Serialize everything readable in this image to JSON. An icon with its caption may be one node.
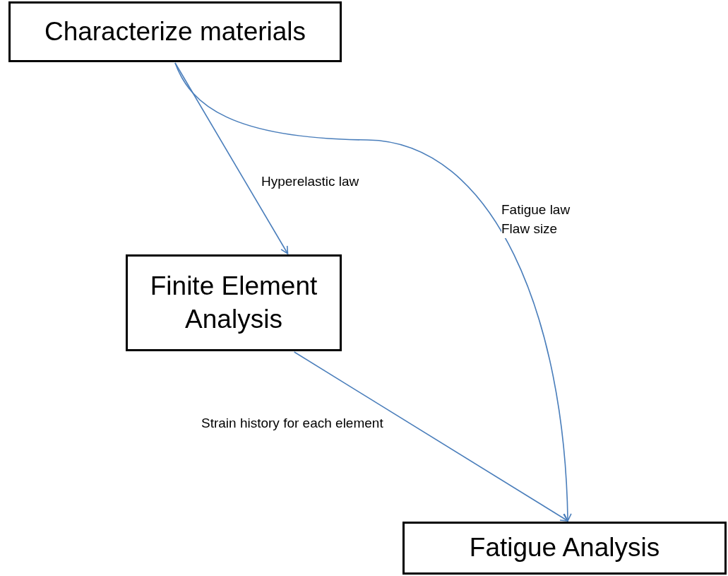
{
  "diagram": {
    "nodes": [
      {
        "text": [
          "Characterize materials"
        ]
      },
      {
        "text": [
          "Finite Element Analysis"
        ]
      },
      {
        "text": [
          "Fatigue Analysis"
        ]
      }
    ],
    "edges": [
      {
        "from": 0,
        "to": 1,
        "arrow": "to",
        "label": "Hyperelastic law"
      },
      {
        "from": 0,
        "to": 2,
        "arrow": "to",
        "label": "Fatigue law Flaw size"
      },
      {
        "from": 1,
        "to": 2,
        "arrow": "to",
        "label": "Strain history for each element"
      }
    ]
  }
}
